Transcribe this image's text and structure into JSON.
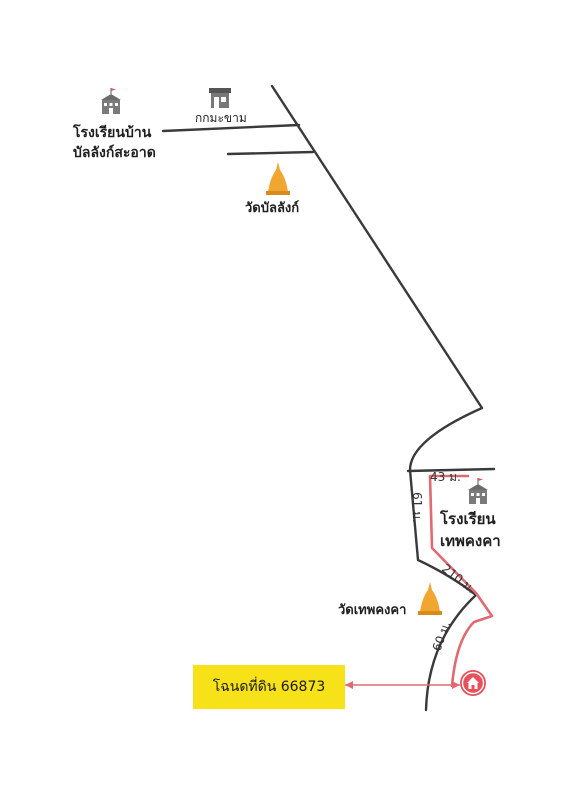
{
  "places": {
    "school_north_line1": "โรงเรียนบ้าน",
    "school_north_line2": "บัลลังก์สะอาด",
    "shop": "กกมะขาม",
    "temple_north": "วัดบัลลังก์",
    "school_south_line1": "โรงเรียน",
    "school_south_line2": "เทพคงคา",
    "temple_south": "วัดเทพคงคา"
  },
  "distances": {
    "d1": "43 ม.",
    "d2": "61 ม.",
    "d3": "210 ม.",
    "d4": "60 ม."
  },
  "deed_label": "โฉนดที่ดิน 66873",
  "icons": [
    "school-icon",
    "shop-icon",
    "temple-icon",
    "home-marker-icon"
  ],
  "colors": {
    "road": "#3a3a3a",
    "plot_outline": "#e06a72",
    "home_marker": "#e8505b",
    "deed_box": "#f7e21a",
    "temple": "#f0a630"
  }
}
